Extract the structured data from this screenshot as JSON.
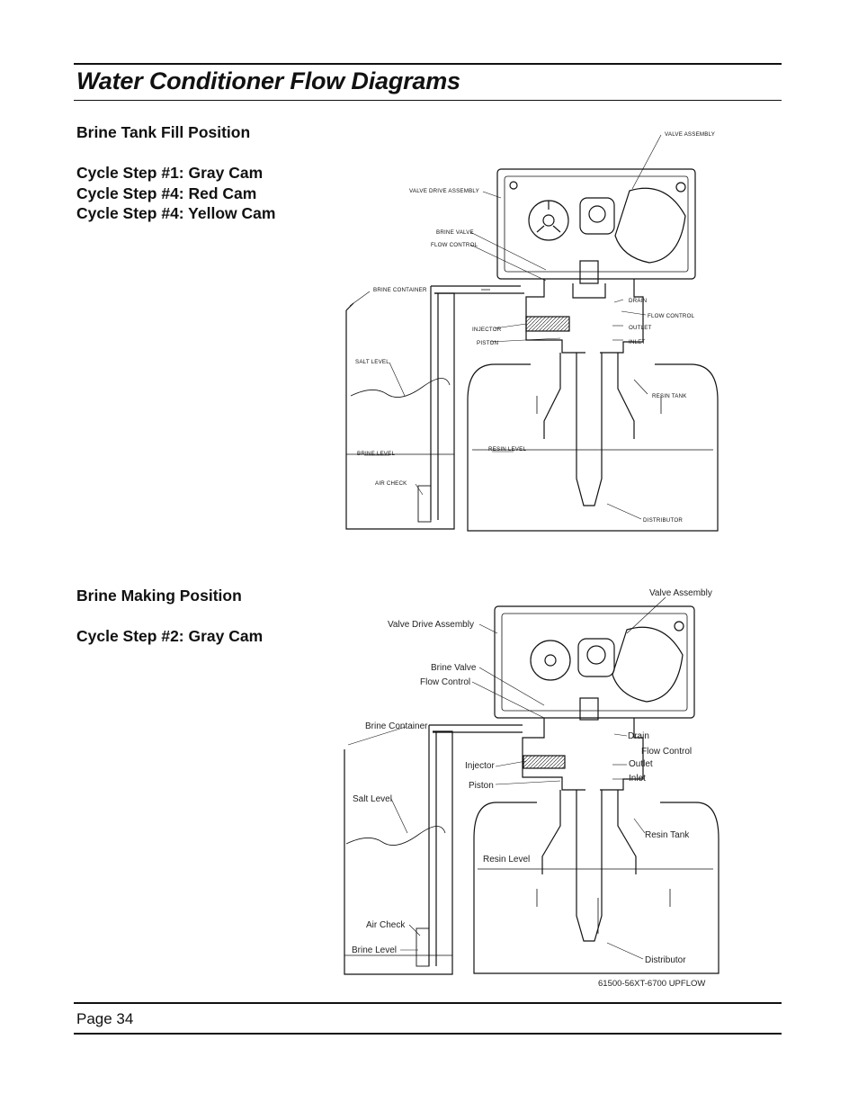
{
  "header": {
    "title": "Water Conditioner Flow Diagrams"
  },
  "section1": {
    "heading": "Brine Tank Fill Position",
    "steps": [
      "Cycle Step #1: Gray Cam",
      "Cycle Step #4: Red Cam",
      "Cycle Step #4: Yellow Cam"
    ],
    "labels": {
      "valve_assembly": "VALVE ASSEMBLY",
      "valve_drive_assembly": "VALVE DRIVE ASSEMBLY",
      "brine_valve": "BRINE VALVE",
      "flow_control": "FLOW CONTROL",
      "brine_container": "BRINE CONTAINER",
      "drain": "DRAIN",
      "flow_control_right": "FLOW CONTROL",
      "injector": "INJECTOR",
      "outlet": "OUTLET",
      "piston": "PISTON",
      "inlet": "INLET",
      "salt_level": "SALT LEVEL",
      "resin_tank": "RESIN TANK",
      "brine_level": "BRINE LEVEL",
      "resin_level": "RESIN LEVEL",
      "air_check": "AIR CHECK",
      "distributor": "DISTRIBUTOR"
    }
  },
  "section2": {
    "heading": "Brine Making Position",
    "steps": [
      "Cycle Step #2: Gray Cam"
    ],
    "labels": {
      "valve_assembly": "Valve Assembly",
      "valve_drive_assembly": "Valve Drive Assembly",
      "brine_valve": "Brine Valve",
      "flow_control": "Flow Control",
      "brine_container": "Brine Container",
      "drain": "Drain",
      "flow_control_right": "Flow Control",
      "injector": "Injector",
      "outlet": "Outlet",
      "inlet": "Inlet",
      "piston": "Piston",
      "salt_level": "Salt Level",
      "resin_tank": "Resin Tank",
      "resin_level": "Resin Level",
      "air_check": "Air Check",
      "brine_level": "Brine Level",
      "distributor": "Distributor",
      "part_number": "61500-56XT-6700 UPFLOW"
    }
  },
  "footer": {
    "page": "Page 34"
  }
}
